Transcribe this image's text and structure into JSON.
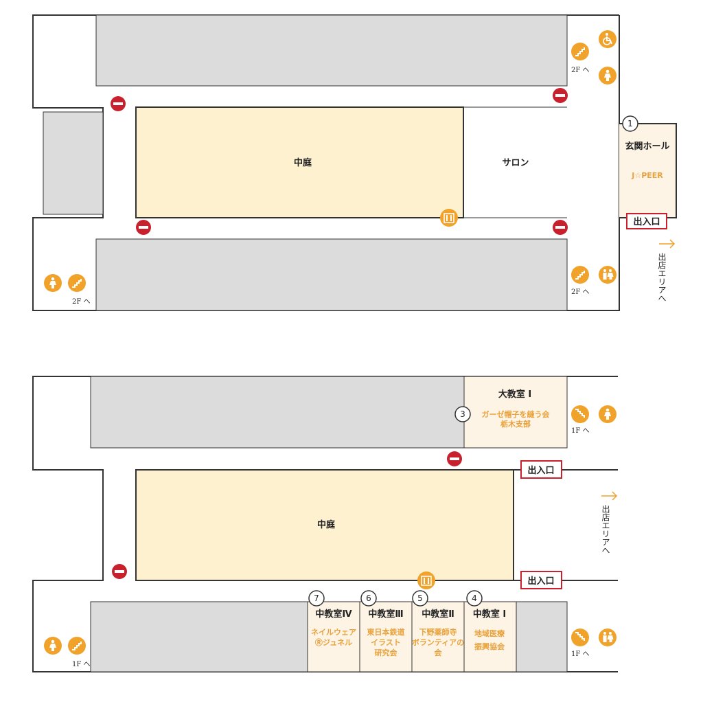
{
  "colors": {
    "wall": "#333333",
    "room": "#dcdcdc",
    "courtyard": "#fdf1d0",
    "venue": "#fdf4e6",
    "icon": "#f0a22a",
    "noentry": "#c8202c",
    "exit": "#c8202c"
  },
  "floor1": {
    "courtyard": "中庭",
    "salon": "サロン",
    "hall": "玄関ホール",
    "hall_exhibitor": "J☆PEER",
    "hall_number": "1",
    "entrance": "出入口",
    "to_area": "出店エリアへ",
    "stairs_label": "2F へ",
    "icons": [
      "stairs-icon",
      "wheelchair-icon",
      "womens-restroom-icon",
      "elevator-icon",
      "restroom-icon",
      "no-entry-icon"
    ]
  },
  "floor2": {
    "courtyard": "中庭",
    "entrance": "出入口",
    "to_area": "出店エリアへ",
    "stairs_label": "1F へ",
    "rooms": [
      {
        "number": "3",
        "name": "大教室 I",
        "exhibitor": [
          "ガーゼ帽子を縫う会",
          "栃木支部"
        ]
      },
      {
        "number": "7",
        "name": "中教室Ⅳ",
        "exhibitor": [
          "ネイルウェア",
          "Ⓡジュネル"
        ]
      },
      {
        "number": "6",
        "name": "中教室Ⅲ",
        "exhibitor": [
          "東日本鉄道",
          "イラスト",
          "研究会"
        ]
      },
      {
        "number": "5",
        "name": "中教室Ⅱ",
        "exhibitor": [
          "下野薬師寺",
          "ボランティアの",
          "会"
        ]
      },
      {
        "number": "4",
        "name": "中教室 I",
        "exhibitor": [
          "地域医療",
          "振興協会"
        ]
      }
    ]
  }
}
